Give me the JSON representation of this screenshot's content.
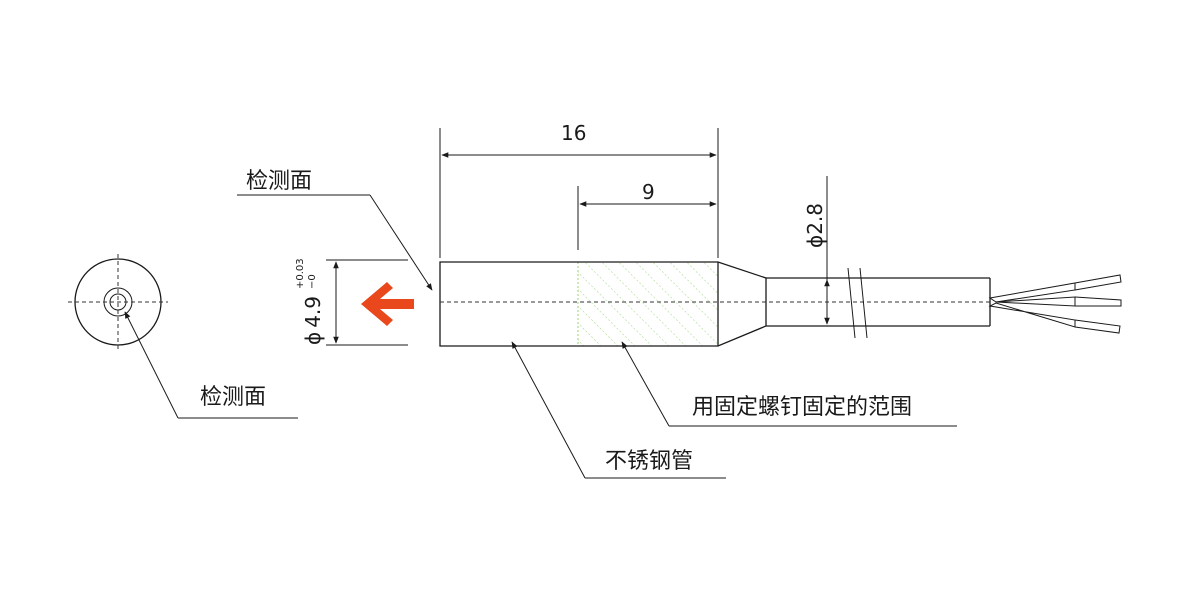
{
  "labels": {
    "detection_face_top": "检测面",
    "detection_face_left": "检测面",
    "stainless_tube": "不锈钢管",
    "screw_fix_range": "用固定螺钉固定的范围"
  },
  "dimensions": {
    "overall_length": "16",
    "fix_length": "9",
    "cable_diameter": "ϕ2.8",
    "body_diameter_prefix": "ϕ",
    "body_diameter": "4.9",
    "tol_upper": "+0.03",
    "tol_lower": "−0"
  },
  "colors": {
    "arrow": "#e8481c",
    "hatch": "#9ad37a",
    "line": "#1a1a1a"
  },
  "icons": {
    "direction_arrow": "left-arrow-icon"
  }
}
